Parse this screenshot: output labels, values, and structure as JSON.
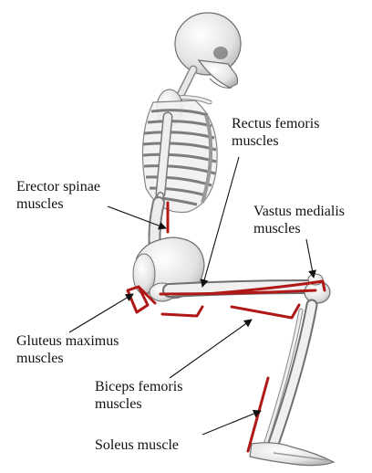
{
  "labels": {
    "erector_spinae": [
      "Erector spinae",
      "muscles"
    ],
    "rectus_femoris": [
      "Rectus femoris",
      "muscles"
    ],
    "vastus_medialis": [
      "Vastus medialis",
      "muscles"
    ],
    "gluteus_maximus": [
      "Gluteus maximus",
      "muscles"
    ],
    "biceps_femoris": [
      "Biceps femoris",
      "muscles"
    ],
    "soleus": [
      "Soleus muscle"
    ]
  },
  "colors": {
    "muscle": "#b01818",
    "bone_fill": "#e9e9e9",
    "bone_stroke": "#6f6f6f",
    "arrow": "#111111"
  }
}
